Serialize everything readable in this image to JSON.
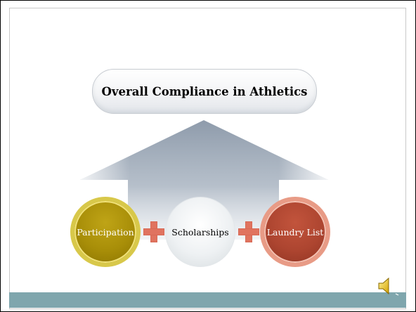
{
  "diagram": {
    "title": "Overall Compliance in Athletics",
    "components": [
      {
        "label": "Participation"
      },
      {
        "label": "Scholarships"
      },
      {
        "label": "Laundry List"
      }
    ]
  },
  "icons": {
    "audio": "speaker-icon",
    "operator": "plus-icon"
  },
  "colors": {
    "participation": "#a88e08",
    "scholarships": "#eef1f3",
    "laundry_list": "#ad4530",
    "plus": "#e0735f",
    "band": "#7fa6ad",
    "arrow": "#8d9aaa"
  }
}
